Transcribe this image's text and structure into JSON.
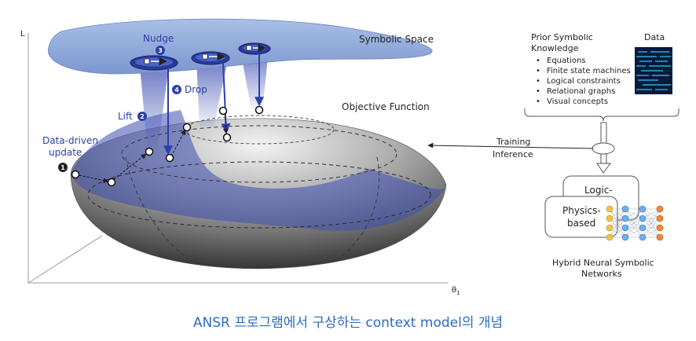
{
  "labels": {
    "nudge": "Nudge",
    "nudge_step": "3",
    "drop": "Drop",
    "drop_step": "4",
    "lift": "Lift",
    "lift_step": "2",
    "data_driven_line1": "Data-driven",
    "data_driven_line2": "update",
    "data_driven_step": "1",
    "symbolic_space": "Symbolic Space",
    "objective_function": "Objective Function",
    "axis_l": "L",
    "axis_theta": "θ",
    "axis_theta_sub": "1",
    "training": "Training",
    "inference": "Inference",
    "logic": "Logic-",
    "physics_line1": "Physics-",
    "physics_line2": "based",
    "hybrid_line1": "Hybrid Neural Symbolic",
    "hybrid_line2": "Networks"
  },
  "knowledge": {
    "title_line1": "Prior Symbolic",
    "title_line2": "Knowledge",
    "data_title": "Data",
    "items": [
      "Equations",
      "Finite state machines",
      "Logical constraints",
      "Relational graphs",
      "Visual concepts"
    ]
  },
  "caption": "ANSR 프로그램에서 구상하는 context model의 개념",
  "colors": {
    "symbolic_fill": "#8fa9d8",
    "caption": "#2c6cbf",
    "arrow_blue": "#2b3fa8"
  }
}
